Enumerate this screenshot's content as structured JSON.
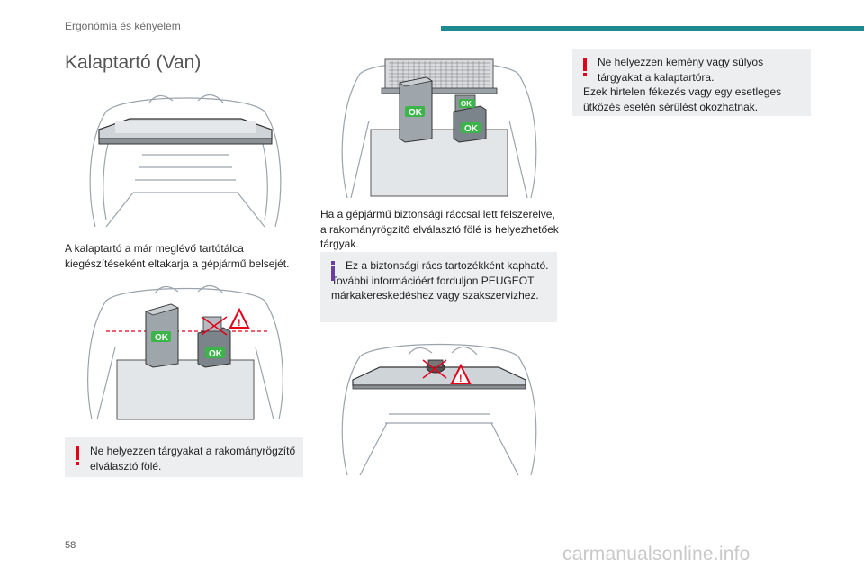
{
  "header": {
    "section": "Ergonómia és kényelem"
  },
  "title": "Kalaptartó (Van)",
  "left": {
    "para1": "A kalaptartó a már meglévő tartótálca kiegészítéseként eltakarja a gépjármű belsejét.",
    "fig2_ok1": "OK",
    "fig2_ok2": "OK",
    "warning1": "Ne helyezzen tárgyakat a rakományrögzítő elválasztó fölé."
  },
  "middle": {
    "fig_ok1": "OK",
    "fig_ok2": "OK",
    "fig_ok3": "OK",
    "para1": "Ha a gépjármű biztonsági ráccsal lett felszerelve, a rakományrögzítő elválasztó fölé is helyezhetőek tárgyak.",
    "info_line1": "Ez a biztonsági rács tartozékként kapható.",
    "info_line2": "További információért forduljon PEUGEOT márkakereskedéshez vagy szakszervizhez."
  },
  "right": {
    "warning_line1": "Ne helyezzen kemény vagy súlyos tárgyakat a kalaptartóra.",
    "warning_line2": "Ezek hirtelen fékezés vagy egy esetleges ütközés esetén sérülést okozhatnak."
  },
  "footer": {
    "page_number": "58",
    "watermark": "carmanualsonline.info"
  },
  "colors": {
    "accent": "#1c8a90",
    "warning": "#e3001b",
    "info": "#6b3fa0",
    "ok_green": "#3bb54a",
    "note_bg": "#eceef0"
  }
}
